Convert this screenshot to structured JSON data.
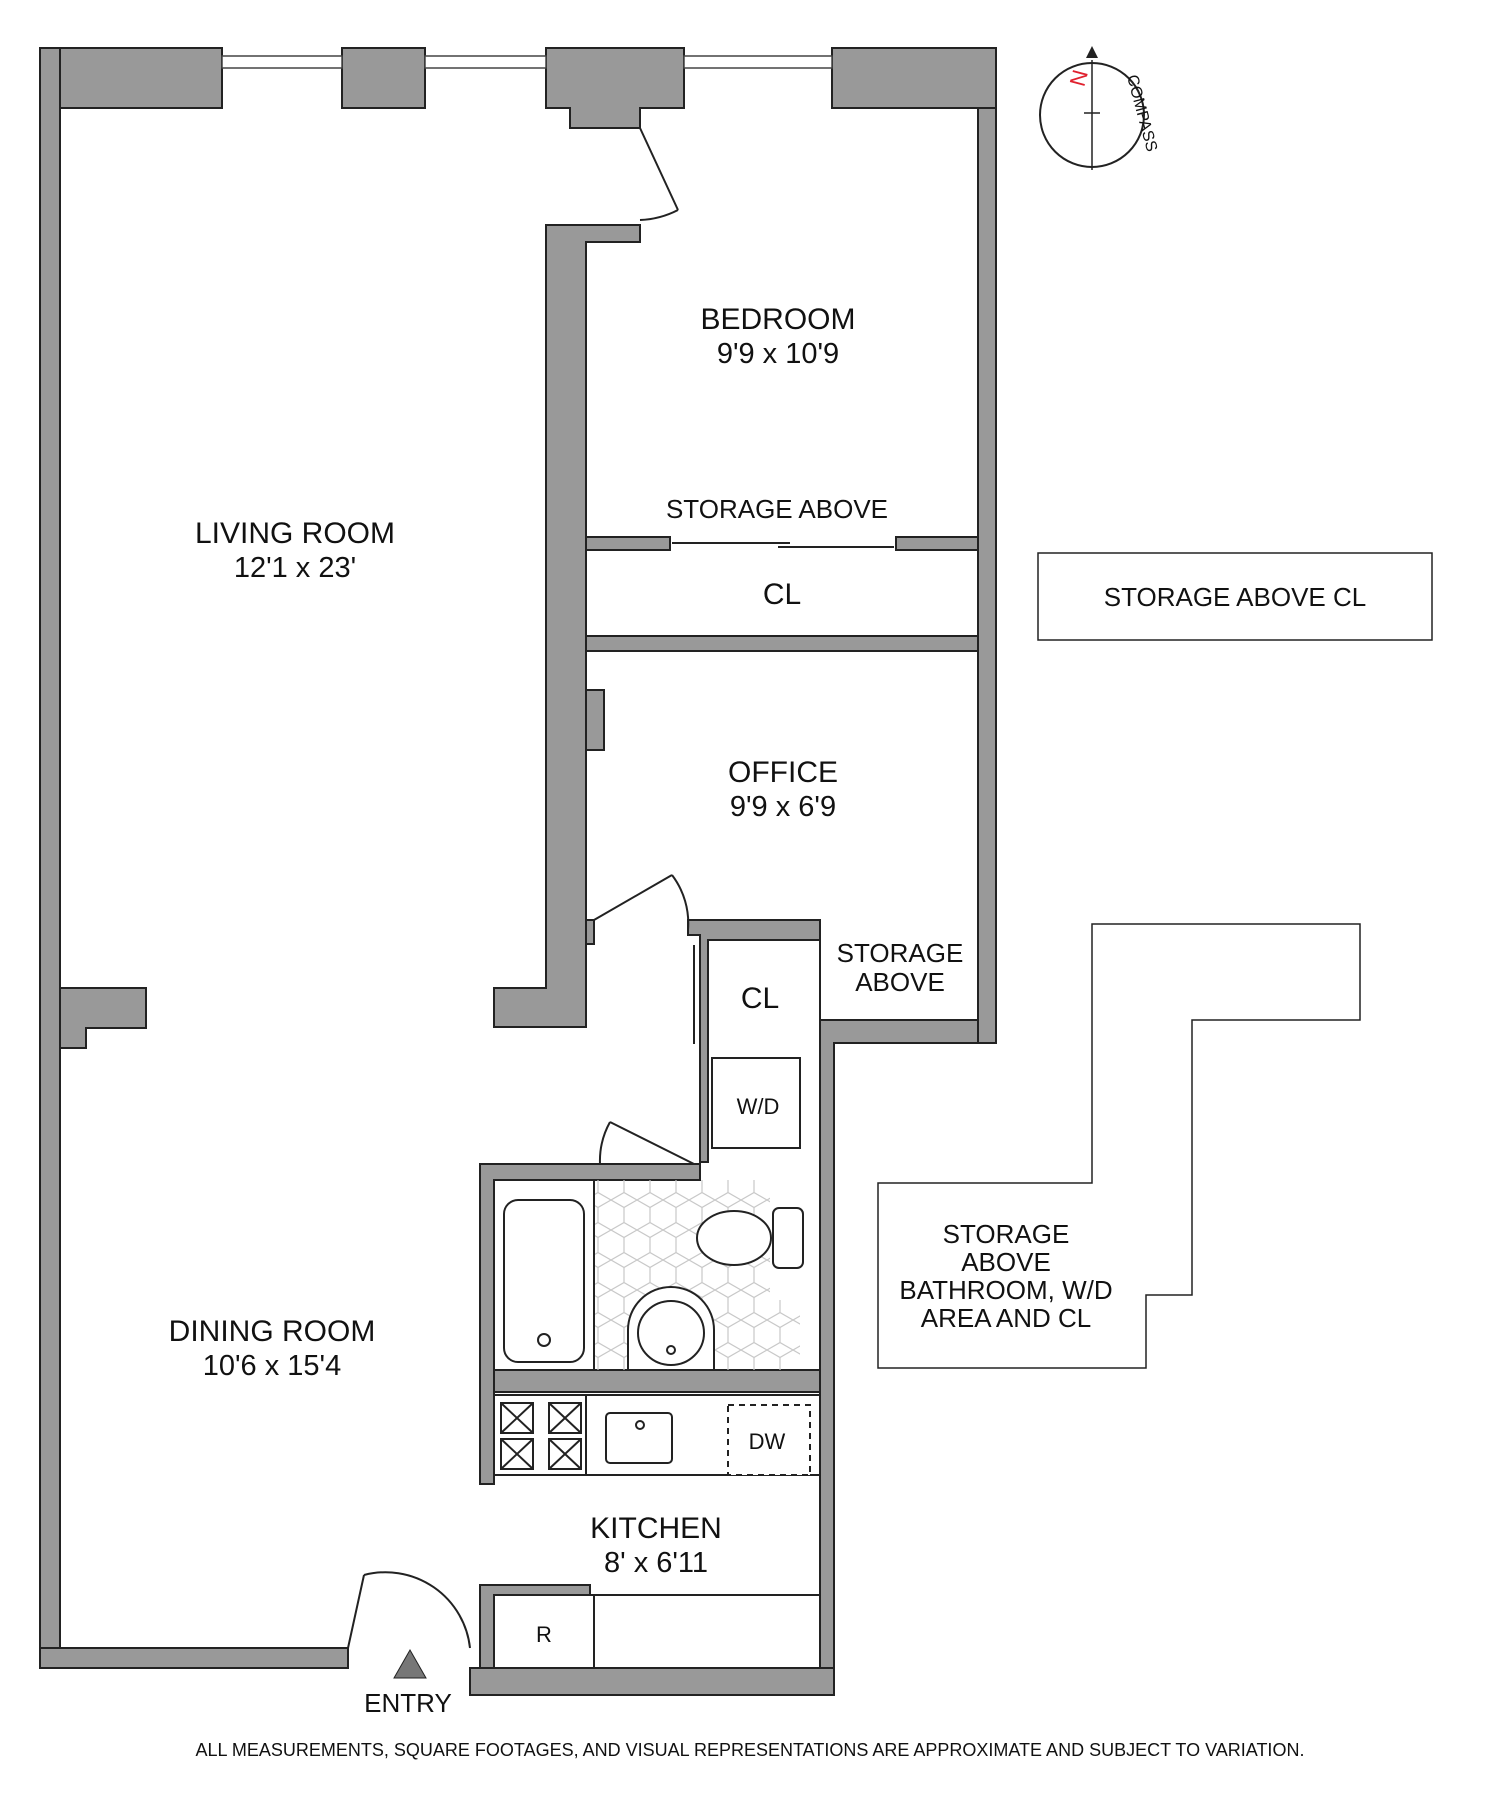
{
  "rooms": {
    "living": {
      "name": "LIVING ROOM",
      "dims": "12'1 x 23'"
    },
    "bedroom": {
      "name": "BEDROOM",
      "dims": "9'9 x 10'9"
    },
    "office": {
      "name": "OFFICE",
      "dims": "9'9 x 6'9"
    },
    "dining": {
      "name": "DINING ROOM",
      "dims": "10'6 x 15'4"
    },
    "kitchen": {
      "name": "KITCHEN",
      "dims": "8' x 6'11"
    }
  },
  "labels": {
    "bedroom_storage": "STORAGE ABOVE",
    "bedroom_closet": "CL",
    "office_storage_line1": "STORAGE",
    "office_storage_line2": "ABOVE",
    "laundry_closet": "CL",
    "washer_dryer": "W/D",
    "dishwasher": "DW",
    "refrigerator": "R",
    "entry": "ENTRY"
  },
  "storage_boxes": {
    "closet_box": "STORAGE ABOVE CL",
    "bath_box": [
      "STORAGE",
      "ABOVE",
      "BATHROOM, W/D",
      "AREA AND CL"
    ]
  },
  "compass": {
    "north": "N",
    "label": "COMPASS"
  },
  "disclaimer": "ALL MEASUREMENTS, SQUARE FOOTAGES, AND VISUAL REPRESENTATIONS ARE APPROXIMATE AND SUBJECT TO VARIATION.",
  "colors": {
    "wall": "#999999",
    "outline": "#222222",
    "compass_north": "#e0212e"
  }
}
